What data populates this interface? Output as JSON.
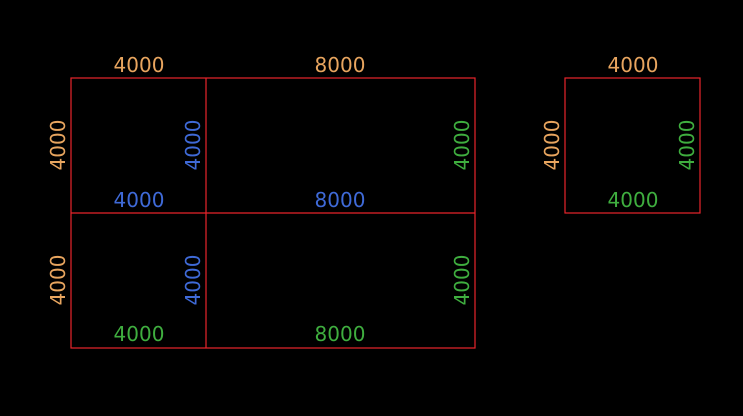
{
  "colors": {
    "background": "#000000",
    "outline": "#e8242b",
    "label_orange": "#e8a55f",
    "label_blue": "#3f6ad8",
    "label_green": "#3fae3f"
  },
  "layout_a": {
    "top_labels": [
      "4000",
      "8000"
    ],
    "cells": [
      {
        "left": "4000",
        "right": "4000",
        "bottom": "4000"
      },
      {
        "right": "4000",
        "bottom": "8000"
      },
      {
        "left": "4000",
        "right": "4000",
        "bottom": "4000"
      },
      {
        "right": "4000",
        "bottom": "8000"
      }
    ]
  },
  "layout_b": {
    "top": "4000",
    "left": "4000",
    "right": "4000",
    "bottom": "4000"
  }
}
